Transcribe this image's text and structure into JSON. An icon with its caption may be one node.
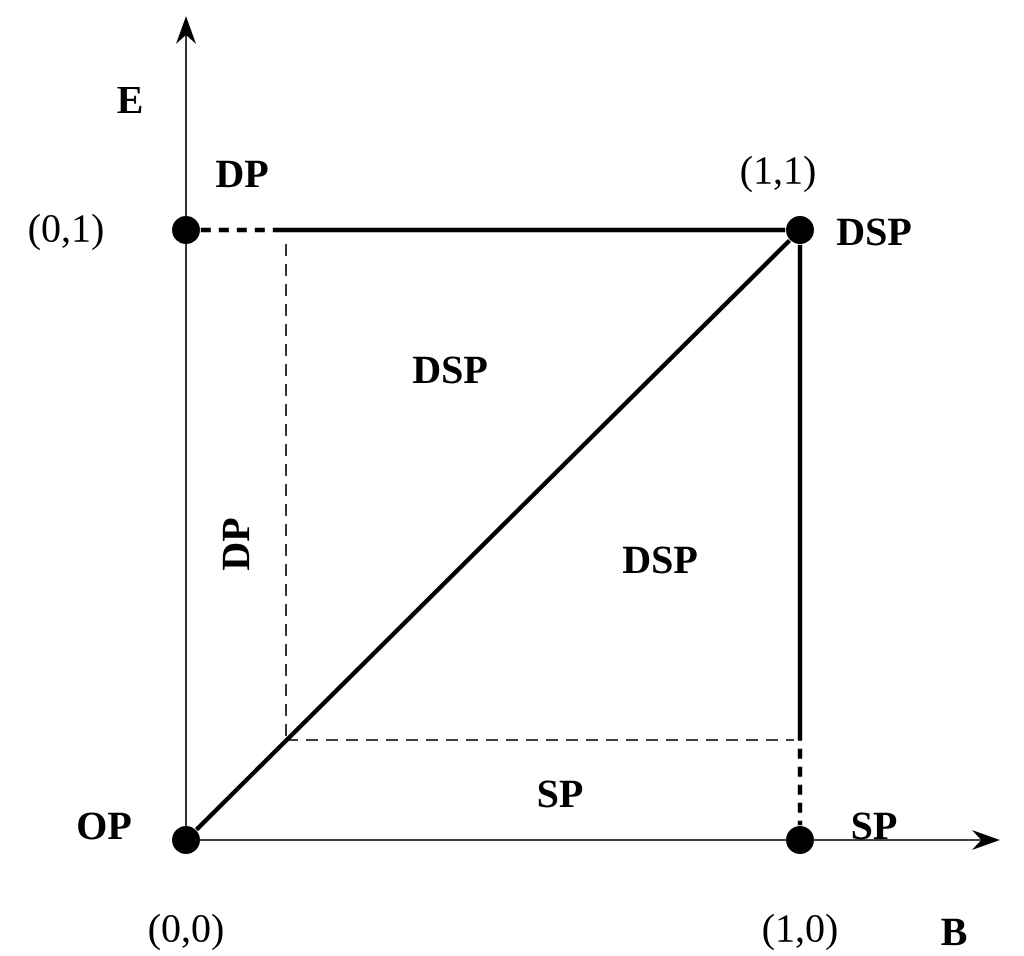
{
  "diagram": {
    "nodes": [
      {
        "text": [],
        "shape": "circle",
        "beside": [
          "(0,1)",
          "DP"
        ]
      },
      {
        "text": [],
        "shape": "circle",
        "beside": [
          "(1,1)",
          "DSP"
        ]
      },
      {
        "text": [],
        "shape": "circle",
        "beside": [
          "OP",
          "(0,0)"
        ]
      },
      {
        "text": [],
        "shape": "circle",
        "beside": [
          "SP",
          "(1,0)"
        ]
      }
    ],
    "edges": [
      {
        "from": 0,
        "to": 1,
        "arrow": "none"
      },
      {
        "from": 1,
        "to": 3,
        "arrow": "none"
      },
      {
        "from": 2,
        "to": 1,
        "arrow": "none"
      }
    ],
    "labels": [
      "E",
      "DSP",
      "DP",
      "DSP",
      "SP",
      "B"
    ]
  }
}
